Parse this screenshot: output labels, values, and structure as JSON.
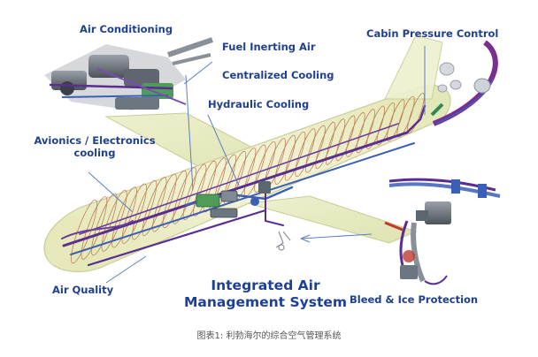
{
  "labels": {
    "air_conditioning": "Air Conditioning",
    "fuel_inerting": "Fuel Inerting Air",
    "centralized_cooling": "Centralized Cooling",
    "hydraulic_cooling": "Hydraulic Cooling",
    "cabin_pressure": "Cabin Pressure Control",
    "avionics_line1": "Avionics / Electronics",
    "avionics_line2": "cooling",
    "air_quality": "Air Quality",
    "bleed_ice": "Bleed & Ice Protection"
  },
  "title": {
    "line1": "Integrated Air",
    "line2": "Management System"
  },
  "caption": "图表1: 利勃海尔的综合空气管理系统",
  "colors": {
    "label_text": "#1f3f8f",
    "duct_purple": "#5a2d91",
    "duct_blue": "#3a5fb8",
    "fuselage": "#eef0c8"
  }
}
